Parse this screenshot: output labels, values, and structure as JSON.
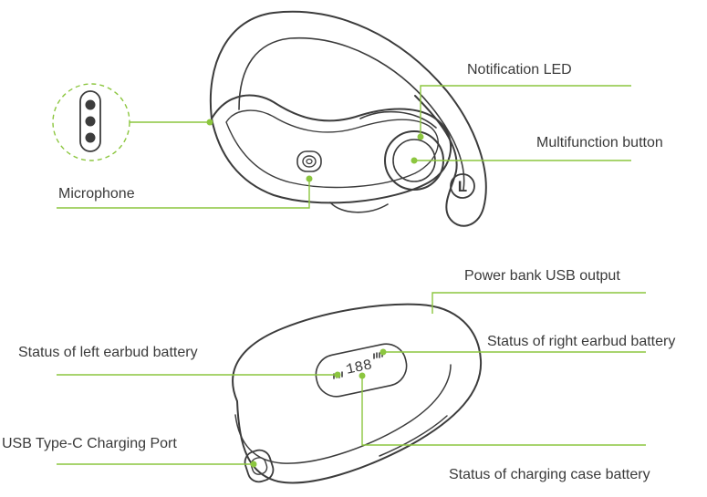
{
  "labels": {
    "notification_led": "Notification LED",
    "multifunction_button": "Multifunction button",
    "microphone": "Microphone",
    "power_bank_usb_output": "Power bank USB output",
    "status_right_earbud_battery": "Status of right earbud battery",
    "status_left_earbud_battery": "Status of left earbud battery",
    "usb_type_c_charging_port": "USB Type-C Charging Port",
    "status_charging_case_battery": "Status of charging case battery"
  },
  "earbud_side_marker": "L",
  "display_digits": "188",
  "colors": {
    "leader_line": "#8cc63f",
    "outline": "#3c3c3c",
    "label_text": "#3a3a3a"
  }
}
